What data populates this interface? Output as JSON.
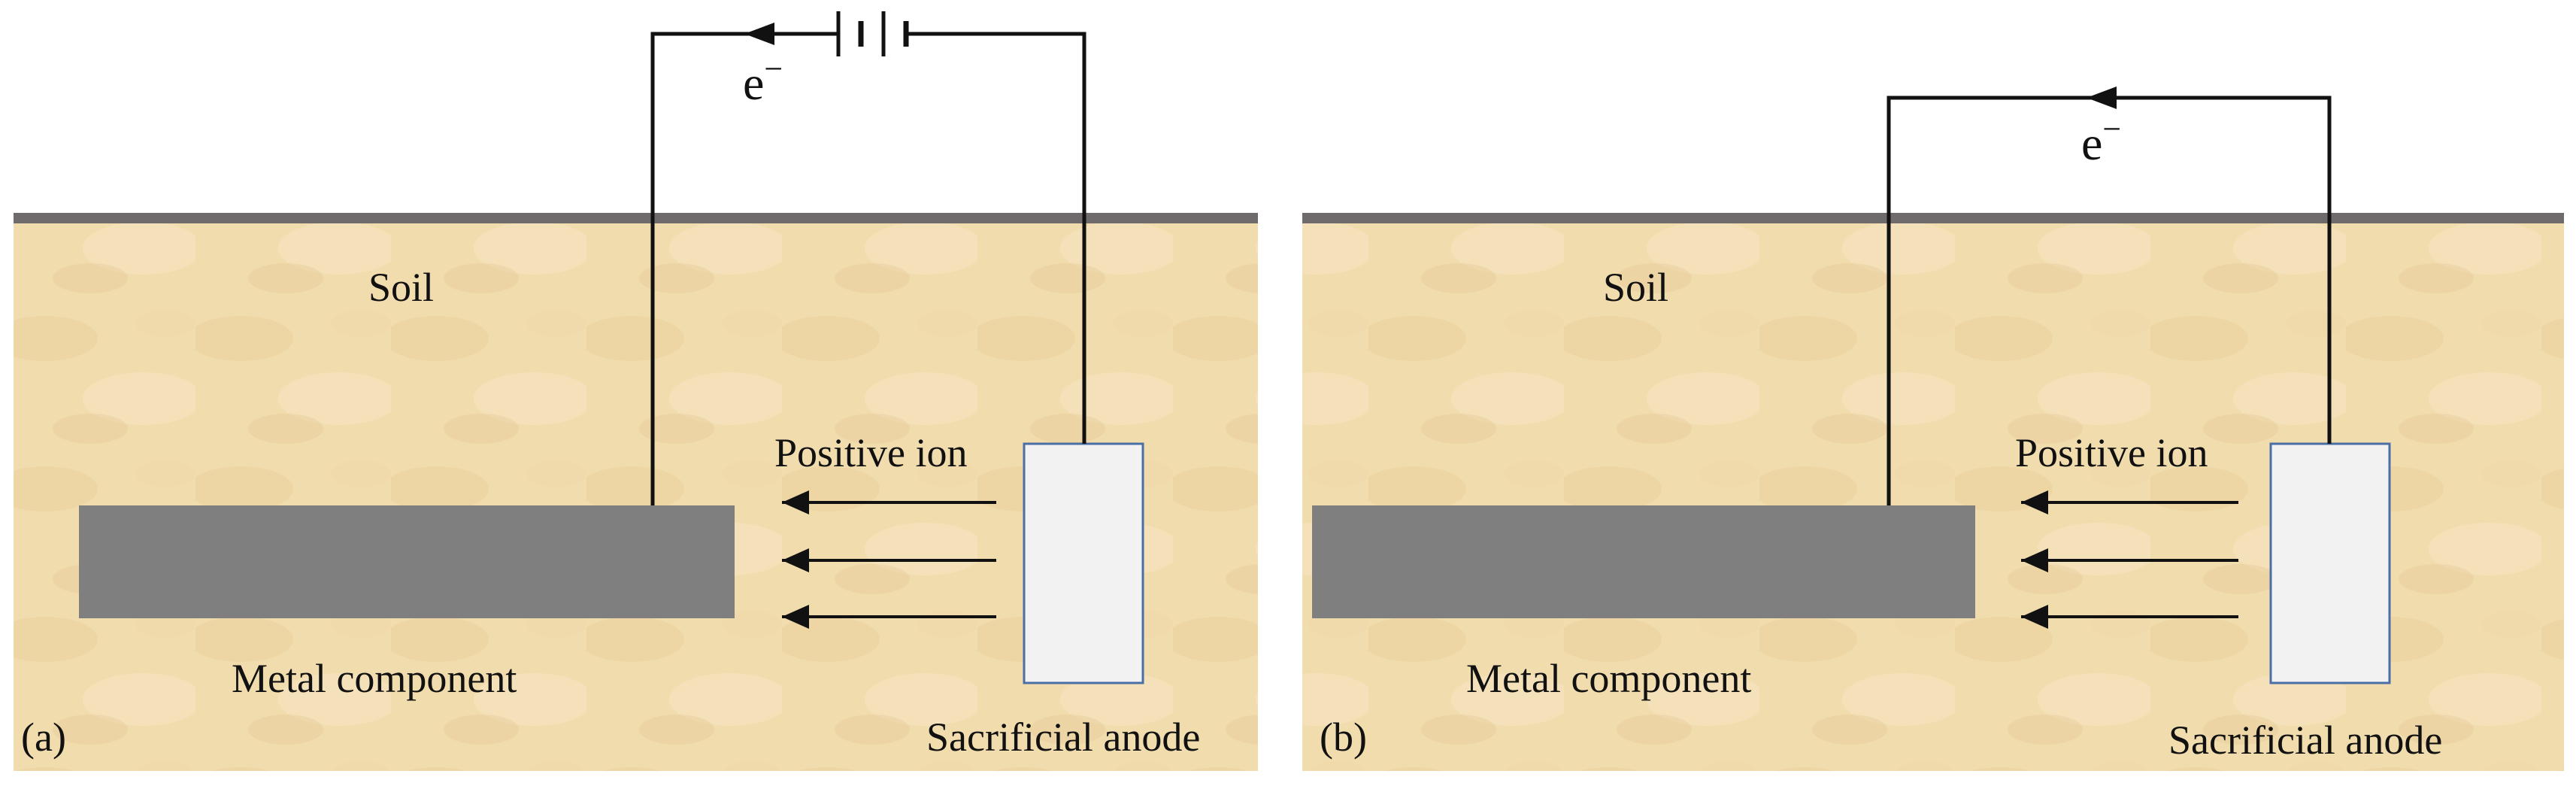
{
  "panels": [
    {
      "id": "a",
      "panel_label": "(a)",
      "soil_label": "Soil",
      "metal_label": "Metal component",
      "anode_label": "Sacrificial anode",
      "ion_label": "Positive ion",
      "electron_label": "e",
      "electron_sup": "−",
      "has_battery": true
    },
    {
      "id": "b",
      "panel_label": "(b)",
      "soil_label": "Soil",
      "metal_label": "Metal component",
      "anode_label": "Sacrificial anode",
      "ion_label": "Positive ion",
      "electron_label": "e",
      "electron_sup": "−",
      "has_battery": false
    }
  ],
  "colors": {
    "soil": "#f1dcae",
    "surface_line": "#6f6a6b",
    "metal": "#7f7f7f",
    "anode_fill": "#f2f2f2",
    "anode_border": "#4a6fa5",
    "wire": "#111111"
  }
}
